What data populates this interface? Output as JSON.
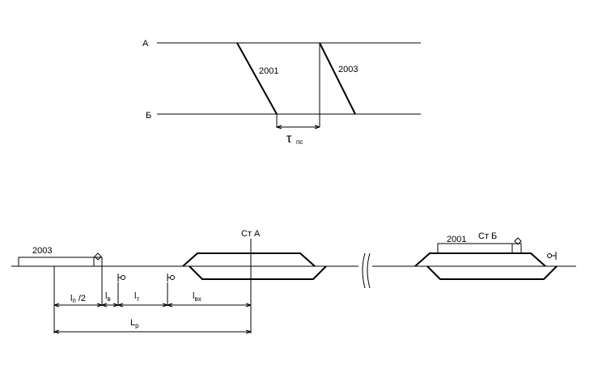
{
  "time_graph": {
    "station_top": "А",
    "station_bottom": "Б",
    "train_1": "2001",
    "train_2": "2003",
    "interval_symbol": "τ",
    "interval_subscript": "пс"
  },
  "track_scheme": {
    "train_left": "2003",
    "train_right": "2001",
    "station_a": "Ст А",
    "station_b": "Ст Б",
    "dims": [
      {
        "base": "l",
        "sub": "п",
        "suffix": " /2"
      },
      {
        "base": "l",
        "sub": "в",
        "suffix": ""
      },
      {
        "base": "l",
        "sub": "т",
        "suffix": ""
      },
      {
        "base": "l",
        "sub": "вх",
        "suffix": ""
      }
    ],
    "total": {
      "base": "L",
      "sub": "р"
    }
  }
}
